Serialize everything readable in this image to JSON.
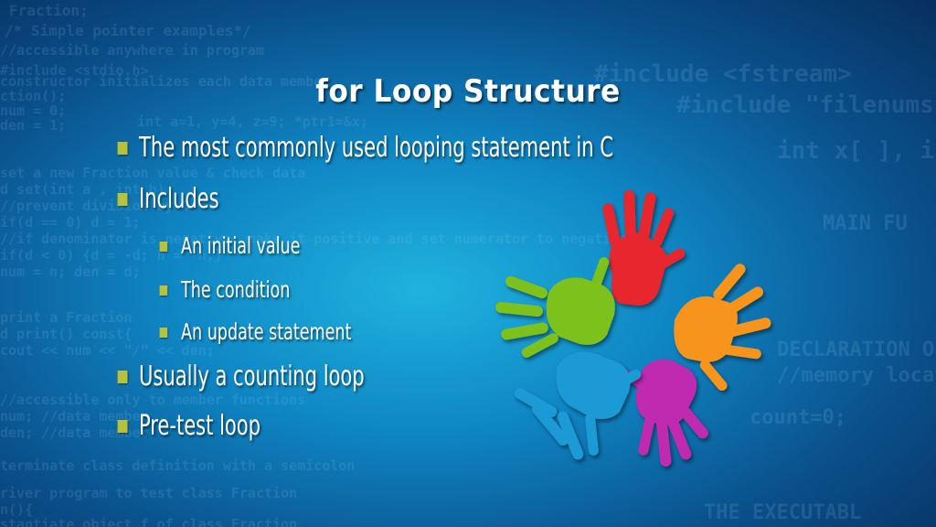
{
  "slide": {
    "title": "for Loop Structure",
    "bullets": [
      {
        "text": "The most commonly used looping statement in C",
        "level": 1
      },
      {
        "text": "Includes",
        "level": 1
      },
      {
        "text": "An initial value",
        "level": 2
      },
      {
        "text": "The condition",
        "level": 2
      },
      {
        "text": "An update statement",
        "level": 2
      },
      {
        "text": "Usually a counting loop",
        "level": 1
      },
      {
        "text": "Pre-test loop",
        "level": 1
      }
    ]
  },
  "background": {
    "code_lines": [
      "Fraction;",
      "/* Simple pointer examples*/",
      "//accessible anywhere in program",
      "#include <stdio.h>",
      "constructor initializes each data member",
      "ction();",
      "num = 0;",
      "den = 1;",
      "int a=1, y=4, z=9; *ptr1=&x;",
      "set a new Fraction value & check data",
      "d set(int a , int b)",
      "//prevent division by 0",
      "if(d == 0) d = 1;",
      "//if denominator is negative, make it positive and set numerator to negative",
      "if(d < 0) {d = -d; n = -n;}",
      "num = n; den = d;",
      "print a Fraction",
      "d print() const{",
      "cout << num << \"/\" << den;",
      "//accessible only to member functions",
      "num;  //data member",
      "den;  //data member",
      "terminate class definition with a semicolon",
      "river program to test class Fraction",
      "n(){",
      "stantiate object f of class Fraction",
      "#include <fstream>",
      "#include \"filenums.t",
      "int x[ ], in",
      "MAIN FU",
      "DECLARATION O",
      "//memory locat",
      "count=0;",
      "THE EXECUTABL"
    ]
  },
  "colors": {
    "bullet_marker": "#b7c23a",
    "text": "#ffffff",
    "hand_red": "#e8272f",
    "hand_orange": "#f7941d",
    "hand_magenta": "#c02ab0",
    "hand_blue": "#1c9ad6",
    "hand_green": "#7dc11f"
  },
  "images": [
    {
      "name": "colorful-hands-icon",
      "description": "five colorful painted hand prints arranged in a circle"
    }
  ]
}
